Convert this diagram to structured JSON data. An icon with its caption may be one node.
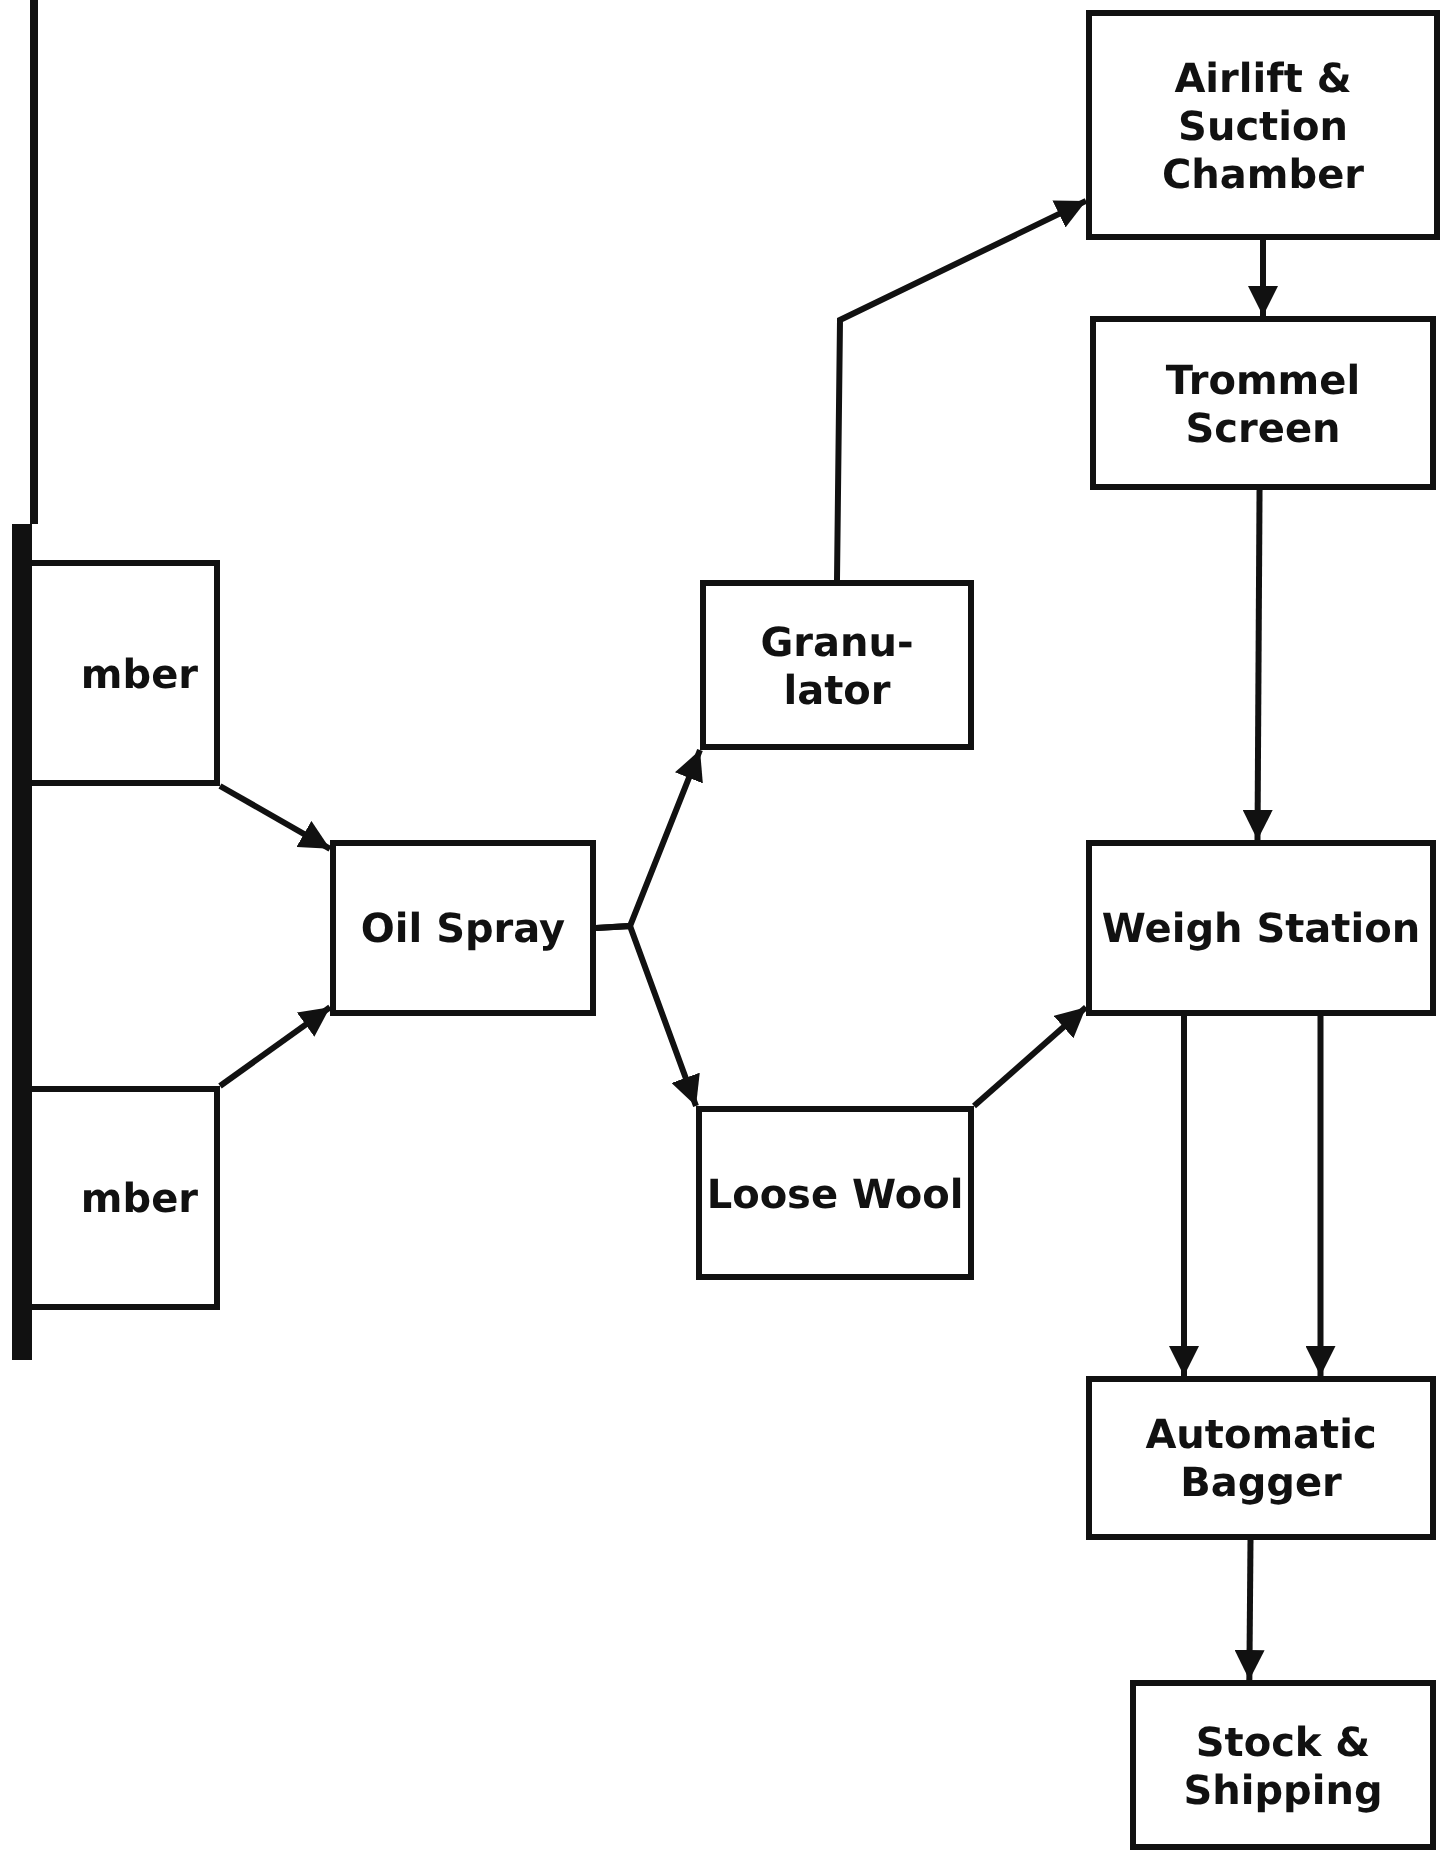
{
  "diagram": {
    "nodes": [
      {
        "text": [
          "mber"
        ]
      },
      {
        "text": [
          "mber"
        ]
      },
      {
        "text": [
          "Oil Spray"
        ]
      },
      {
        "text": [
          "Granu- lator"
        ]
      },
      {
        "text": [
          "Loose Wool"
        ]
      },
      {
        "text": [
          "Airlift & Suction Chamber"
        ]
      },
      {
        "text": [
          "Trommel Screen"
        ]
      },
      {
        "text": [
          "Weigh Station"
        ]
      },
      {
        "text": [
          "Automatic Bagger"
        ]
      },
      {
        "text": [
          "Stock & Shipping"
        ]
      }
    ],
    "edges": [
      {
        "from": 0,
        "to": 2,
        "arrow": "to"
      },
      {
        "from": 1,
        "to": 2,
        "arrow": "to"
      },
      {
        "from": 2,
        "to": 3,
        "arrow": "to"
      },
      {
        "from": 2,
        "to": 4,
        "arrow": "to"
      },
      {
        "from": 3,
        "to": 5,
        "arrow": "to"
      },
      {
        "from": 5,
        "to": 6,
        "arrow": "to"
      },
      {
        "from": 6,
        "to": 7,
        "arrow": "to"
      },
      {
        "from": 4,
        "to": 7,
        "arrow": "to"
      },
      {
        "from": 7,
        "to": 8,
        "arrow": "to"
      },
      {
        "from": 7,
        "to": 8,
        "arrow": "to"
      },
      {
        "from": 8,
        "to": 9,
        "arrow": "to"
      }
    ]
  }
}
